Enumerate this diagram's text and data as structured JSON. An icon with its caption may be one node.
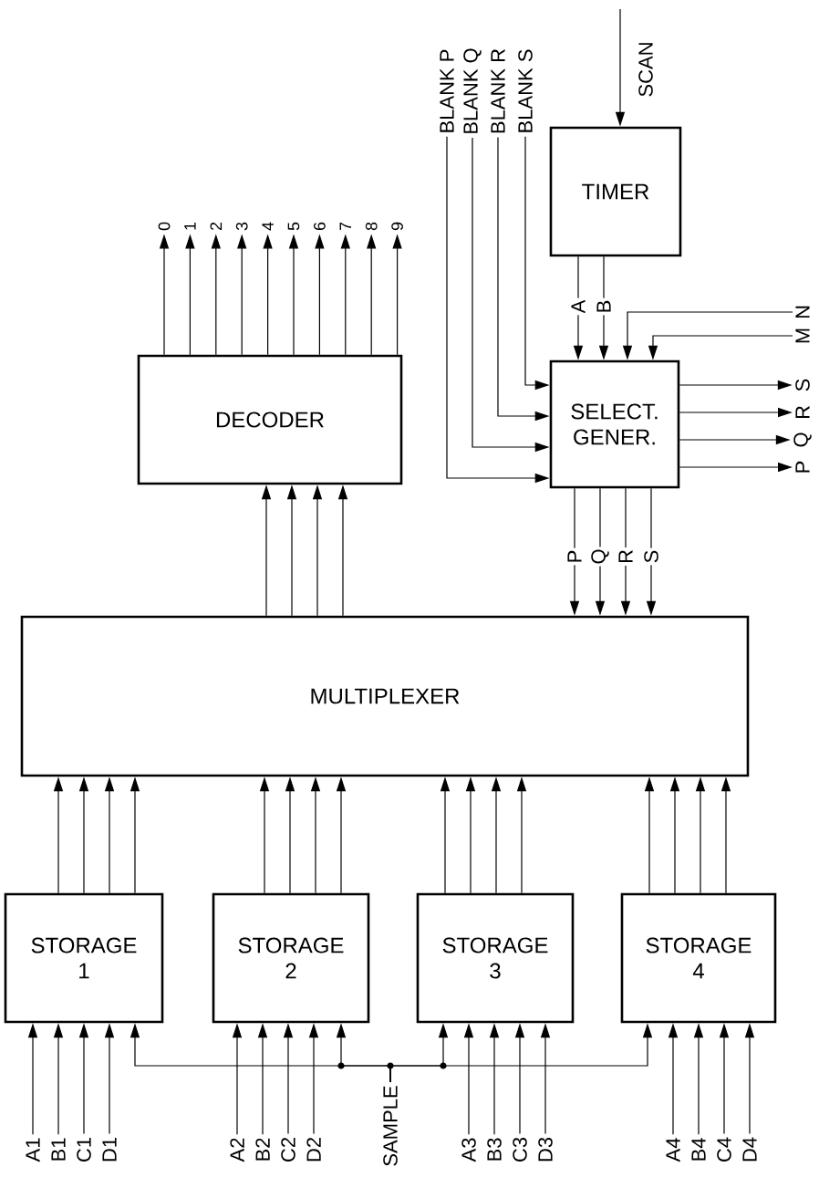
{
  "diagram": {
    "nodes": [
      {
        "text": [
          "0"
        ]
      },
      {
        "text": [
          "1"
        ]
      },
      {
        "text": [
          "2"
        ]
      },
      {
        "text": [
          "3"
        ]
      },
      {
        "text": [
          "4"
        ]
      },
      {
        "text": [
          "5"
        ]
      },
      {
        "text": [
          "6"
        ]
      },
      {
        "text": [
          "7"
        ]
      },
      {
        "text": [
          "8"
        ]
      },
      {
        "text": [
          "9"
        ]
      },
      {
        "text": [
          "BLANK P"
        ]
      },
      {
        "text": [
          "BLANK Q"
        ]
      },
      {
        "text": [
          "BLANK R"
        ]
      },
      {
        "text": [
          "BLANK S"
        ]
      },
      {
        "text": [
          "TIMER"
        ]
      },
      {
        "text": [
          "DECODER"
        ]
      },
      {
        "text": [
          "N"
        ]
      },
      {
        "text": [
          "M"
        ]
      },
      {
        "text": [
          "SELECT. GENER."
        ]
      },
      {
        "text": [
          "S"
        ]
      },
      {
        "text": [
          "R"
        ]
      },
      {
        "text": [
          "Q"
        ]
      },
      {
        "text": [
          "P"
        ]
      },
      {
        "text": [
          "MULTIPLEXER"
        ]
      },
      {
        "text": [
          "STORAGE 1"
        ]
      },
      {
        "text": [
          "STORAGE 2"
        ]
      },
      {
        "text": [
          "STORAGE 3"
        ]
      },
      {
        "text": [
          "STORAGE 4"
        ]
      },
      {
        "text": [
          "A1"
        ]
      },
      {
        "text": [
          "B1"
        ]
      },
      {
        "text": [
          "C1"
        ]
      },
      {
        "text": [
          "D1"
        ]
      },
      {
        "text": [
          "A2"
        ]
      },
      {
        "text": [
          "B2"
        ]
      },
      {
        "text": [
          "C2"
        ]
      },
      {
        "text": [
          "D2"
        ]
      },
      {
        "text": [
          "SAMPLE"
        ]
      },
      {
        "text": [
          "A3"
        ]
      },
      {
        "text": [
          "B3"
        ]
      },
      {
        "text": [
          "C3"
        ]
      },
      {
        "text": [
          "D3"
        ]
      },
      {
        "text": [
          "A4"
        ]
      },
      {
        "text": [
          "B4"
        ]
      },
      {
        "text": [
          "C4"
        ]
      },
      {
        "text": [
          "D4"
        ]
      }
    ],
    "edges": [
      {
        "from": 15,
        "to": 0,
        "arrow": "to"
      },
      {
        "from": 15,
        "to": 1,
        "arrow": "to"
      },
      {
        "from": 15,
        "to": 2,
        "arrow": "to"
      },
      {
        "from": 15,
        "to": 3,
        "arrow": "to"
      },
      {
        "from": 15,
        "to": 4,
        "arrow": "to"
      },
      {
        "from": 15,
        "to": 5,
        "arrow": "to"
      },
      {
        "from": 15,
        "to": 6,
        "arrow": "to"
      },
      {
        "from": 15,
        "to": 7,
        "arrow": "to"
      },
      {
        "from": 15,
        "to": 8,
        "arrow": "to"
      },
      {
        "from": 15,
        "to": 9,
        "arrow": "to"
      },
      {
        "from": 23,
        "to": 15,
        "arrow": "to"
      },
      {
        "from": 23,
        "to": 15,
        "arrow": "to"
      },
      {
        "from": 23,
        "to": 15,
        "arrow": "to"
      },
      {
        "from": 23,
        "to": 15,
        "arrow": "to"
      },
      {
        "from": null,
        "to": 14,
        "arrow": "to",
        "label": "SCAN"
      },
      {
        "from": 14,
        "to": 18,
        "arrow": "to",
        "label": "A"
      },
      {
        "from": 14,
        "to": 18,
        "arrow": "to",
        "label": "B"
      },
      {
        "from": 10,
        "to": 18,
        "arrow": "to"
      },
      {
        "from": 11,
        "to": 18,
        "arrow": "to"
      },
      {
        "from": 12,
        "to": 18,
        "arrow": "to"
      },
      {
        "from": 13,
        "to": 18,
        "arrow": "to"
      },
      {
        "from": 16,
        "to": 18,
        "arrow": "to"
      },
      {
        "from": 17,
        "to": 18,
        "arrow": "to"
      },
      {
        "from": 18,
        "to": 19,
        "arrow": "to"
      },
      {
        "from": 18,
        "to": 20,
        "arrow": "to"
      },
      {
        "from": 18,
        "to": 21,
        "arrow": "to"
      },
      {
        "from": 18,
        "to": 22,
        "arrow": "to"
      },
      {
        "from": 18,
        "to": 23,
        "arrow": "to",
        "label": "P"
      },
      {
        "from": 18,
        "to": 23,
        "arrow": "to",
        "label": "Q"
      },
      {
        "from": 18,
        "to": 23,
        "arrow": "to",
        "label": "R"
      },
      {
        "from": 18,
        "to": 23,
        "arrow": "to",
        "label": "S"
      },
      {
        "from": 24,
        "to": 23,
        "arrow": "to"
      },
      {
        "from": 24,
        "to": 23,
        "arrow": "to"
      },
      {
        "from": 24,
        "to": 23,
        "arrow": "to"
      },
      {
        "from": 24,
        "to": 23,
        "arrow": "to"
      },
      {
        "from": 25,
        "to": 23,
        "arrow": "to"
      },
      {
        "from": 25,
        "to": 23,
        "arrow": "to"
      },
      {
        "from": 25,
        "to": 23,
        "arrow": "to"
      },
      {
        "from": 25,
        "to": 23,
        "arrow": "to"
      },
      {
        "from": 26,
        "to": 23,
        "arrow": "to"
      },
      {
        "from": 26,
        "to": 23,
        "arrow": "to"
      },
      {
        "from": 26,
        "to": 23,
        "arrow": "to"
      },
      {
        "from": 26,
        "to": 23,
        "arrow": "to"
      },
      {
        "from": 27,
        "to": 23,
        "arrow": "to"
      },
      {
        "from": 27,
        "to": 23,
        "arrow": "to"
      },
      {
        "from": 27,
        "to": 23,
        "arrow": "to"
      },
      {
        "from": 27,
        "to": 23,
        "arrow": "to"
      },
      {
        "from": 28,
        "to": 24,
        "arrow": "to"
      },
      {
        "from": 29,
        "to": 24,
        "arrow": "to"
      },
      {
        "from": 30,
        "to": 24,
        "arrow": "to"
      },
      {
        "from": 31,
        "to": 24,
        "arrow": "to"
      },
      {
        "from": 32,
        "to": 25,
        "arrow": "to"
      },
      {
        "from": 33,
        "to": 25,
        "arrow": "to"
      },
      {
        "from": 34,
        "to": 25,
        "arrow": "to"
      },
      {
        "from": 35,
        "to": 25,
        "arrow": "to"
      },
      {
        "from": 37,
        "to": 26,
        "arrow": "to"
      },
      {
        "from": 38,
        "to": 26,
        "arrow": "to"
      },
      {
        "from": 39,
        "to": 26,
        "arrow": "to"
      },
      {
        "from": 40,
        "to": 26,
        "arrow": "to"
      },
      {
        "from": 41,
        "to": 27,
        "arrow": "to"
      },
      {
        "from": 42,
        "to": 27,
        "arrow": "to"
      },
      {
        "from": 43,
        "to": 27,
        "arrow": "to"
      },
      {
        "from": 44,
        "to": 27,
        "arrow": "to"
      },
      {
        "from": 36,
        "to": 24,
        "arrow": "to"
      },
      {
        "from": 36,
        "to": 25,
        "arrow": "to"
      },
      {
        "from": 36,
        "to": 26,
        "arrow": "to"
      },
      {
        "from": 36,
        "to": 27,
        "arrow": "to"
      }
    ]
  }
}
